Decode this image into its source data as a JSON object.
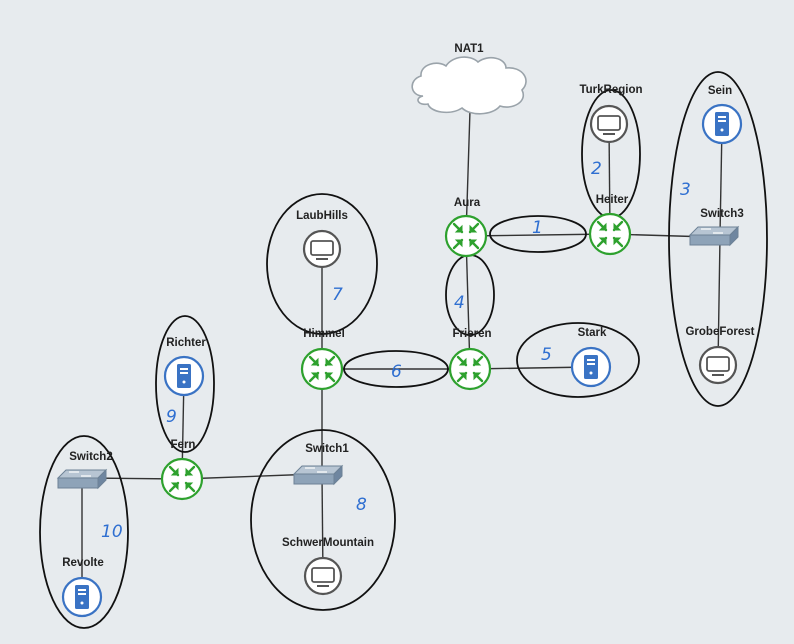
{
  "colors": {
    "background": "#e7ebee",
    "router_green": "#2ea12e",
    "server_blue": "#3a73c4",
    "pc_gray": "#555555",
    "switch_gray": "#8ea3b8",
    "segment_number_blue": "#2f6fd1"
  },
  "nodes": {
    "nat1": {
      "label": "NAT1",
      "type": "cloud"
    },
    "turkregion": {
      "label": "TurkRegion",
      "type": "pc"
    },
    "sein": {
      "label": "Sein",
      "type": "server"
    },
    "aura": {
      "label": "Aura",
      "type": "router"
    },
    "heiter": {
      "label": "Heiter",
      "type": "router"
    },
    "switch3": {
      "label": "Switch3",
      "type": "switch"
    },
    "grobeforest": {
      "label": "GrobeForest",
      "type": "pc"
    },
    "laubhills": {
      "label": "LaubHills",
      "type": "pc"
    },
    "himmel": {
      "label": "Himmel",
      "type": "router"
    },
    "frieren": {
      "label": "Frieren",
      "type": "router"
    },
    "stark": {
      "label": "Stark",
      "type": "server"
    },
    "richter": {
      "label": "Richter",
      "type": "server"
    },
    "fern": {
      "label": "Fern",
      "type": "router"
    },
    "switch1": {
      "label": "Switch1",
      "type": "switch"
    },
    "switch2": {
      "label": "Switch2",
      "type": "switch"
    },
    "schwermountain": {
      "label": "SchwerMountain",
      "type": "pc"
    },
    "revolte": {
      "label": "Revolte",
      "type": "server"
    }
  },
  "segments": {
    "s1": "1",
    "s2": "2",
    "s3": "3",
    "s4": "4",
    "s5": "5",
    "s6": "6",
    "s7": "7",
    "s8": "8",
    "s9": "9",
    "s10": "10"
  }
}
